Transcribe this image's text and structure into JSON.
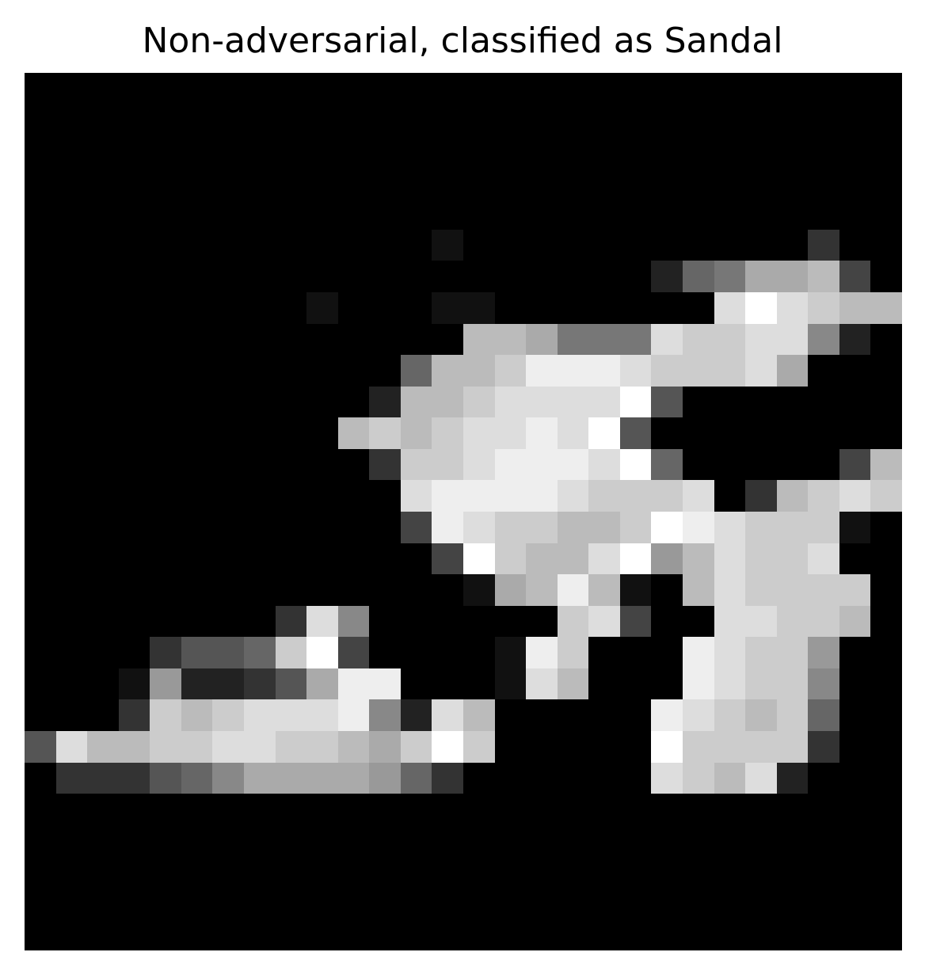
{
  "figure": {
    "title": "Non-adversarial, classified as Sandal"
  },
  "image": {
    "columns": 28,
    "rows": 28,
    "colormap": "gray",
    "pixels": [
      "0000000000000000000000000000",
      "0000000000000000000000000000",
      "0000000000000000000000000000",
      "0000000000000000000000000000",
      "0000000000000000000000000000",
      "0000000000000100000000000300",
      "00000000000000000000267AAB40",
      "0000000001000110000000DFDCBB00",
      "00000000000000BBA777DCCDD820",
      "0000000000006BBCEEEDCCCDA000",
      "000000000002BBCDDDDF50000000",
      "0000000000BCBCDDEDF500000000",
      "000000000003CCDEEEDF6000004B5",
      "000000000000DEEEEDCCCD03BCDC3",
      "0000000000004EDCCBBCFEDCCC1",
      "00000000000004FCBBDF9BDCCD0",
      "000000000000001ABEB10BDCCCC0",
      "000000003D8000000CD400DDCCB0",
      "00003556CF400001EC000EDCC90",
      "000192235AEE0001DB000EDCC80",
      "0003CBCDDDE82DB00000EDCBC60",
      "5DBBCCDDCCBACFC00000FCCCC30",
      "0333568AAAA963000000DCBD200",
      "0000000000000000000000000000",
      "0000000000000000000000000000",
      "0000000000000000000000000000",
      "0000000000000000000000000000",
      "0000000000000000000000000000"
    ]
  }
}
